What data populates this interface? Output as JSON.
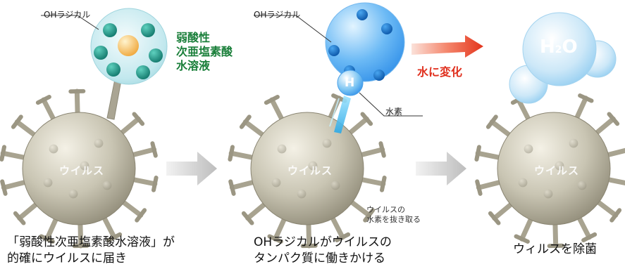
{
  "panels": [
    {
      "caption_line1": "「弱酸性次亜塩素酸水溶液」が",
      "caption_line2": "的確にウイルスに届き",
      "virus_label": "ウイルス",
      "oh_label": "OHラジカル",
      "solution_line1": "弱酸性",
      "solution_line2": "次亜塩素酸",
      "solution_line3": "水溶液"
    },
    {
      "caption_line1": "OHラジカルがウイルスの",
      "caption_line2": "タンパク質に働きかける",
      "virus_label": "ウイルス",
      "oh_label": "OHラジカル",
      "hydrogen_symbol": "H",
      "hydrogen_label": "水素",
      "change_label": "水に変化",
      "extract_line1": "ウイルスの",
      "extract_line2": "水素を抜き取る"
    },
    {
      "caption": "ウィルスを除菌",
      "virus_label": "ウイルス",
      "water_formula": "H",
      "water_sub": "2",
      "water_o": "O"
    }
  ],
  "colors": {
    "virus_body": "#c3bfae",
    "virus_spike": "#aca795",
    "oh_molecule": "#1a8c80",
    "core": "#f5c25c",
    "bubble": "#bfe6ef",
    "blue_sphere": "#43a4f0",
    "blue_dot": "#1670c7",
    "water": "#d6edfa",
    "arrow_gray": "#cfcfcf",
    "arrow_red": "#e8472a"
  }
}
